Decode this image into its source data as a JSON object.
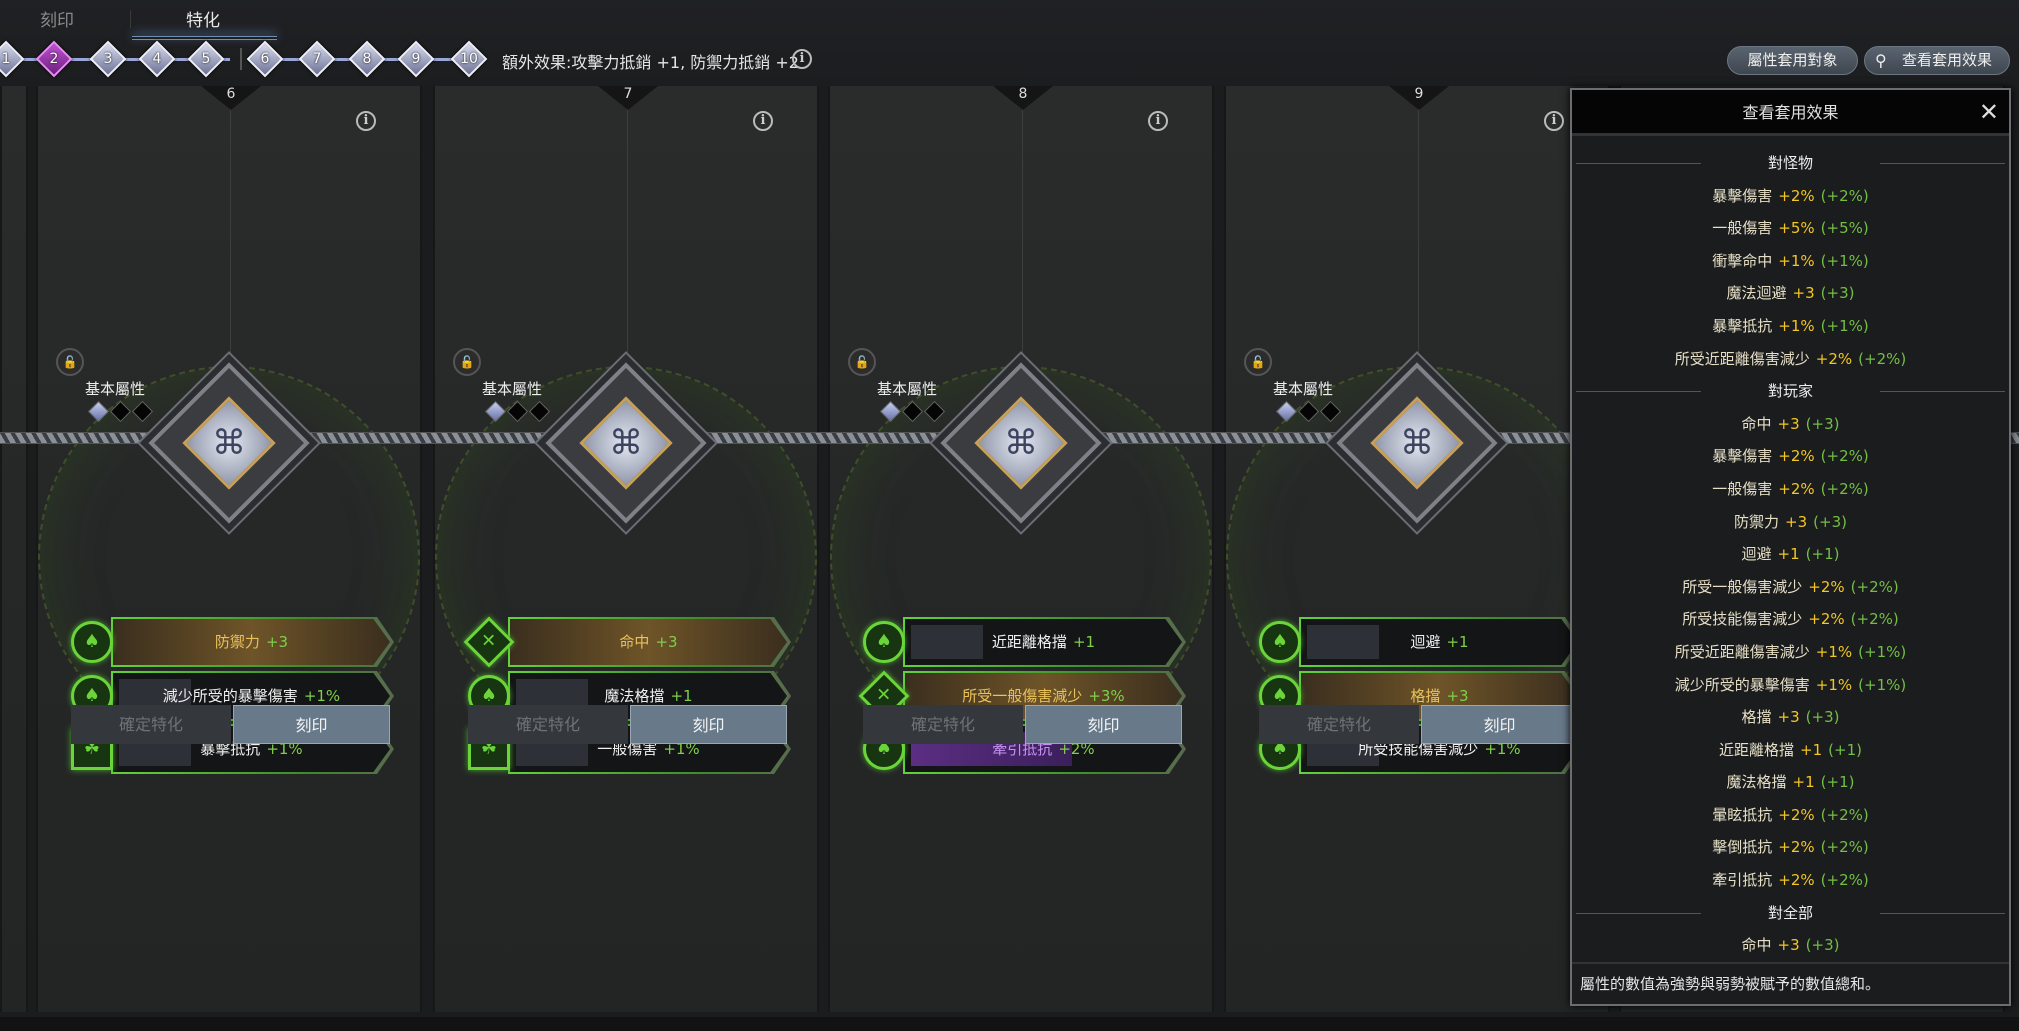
{
  "tabs": [
    {
      "label": "刻印",
      "active": false
    },
    {
      "label": "特化",
      "active": true
    }
  ],
  "nodes": [
    {
      "label": "1"
    },
    {
      "label": "2",
      "selected": true
    },
    {
      "label": "3"
    },
    {
      "label": "4"
    },
    {
      "label": "5"
    },
    {
      "label": "6"
    },
    {
      "label": "7"
    },
    {
      "label": "8"
    },
    {
      "label": "9"
    },
    {
      "label": "10"
    }
  ],
  "extra_effect": "額外效果:攻擊力抵銷 +1, 防禦力抵銷 +2",
  "buttons": {
    "apply_target": "屬性套用對象",
    "view_effect": "查看套用效果"
  },
  "cards": [
    {
      "number": "6",
      "basic_label": "基本屬性",
      "rows": [
        {
          "name": "防禦力",
          "value": "+3",
          "style": "gold",
          "icon": "helmet-circle"
        },
        {
          "name": "減少所受的暴擊傷害",
          "value": "+1%",
          "style": "normal",
          "icon": "helmet-circle"
        },
        {
          "name": "暴擊抵抗",
          "value": "+1%",
          "style": "normal",
          "icon": "beast-square"
        }
      ],
      "confirm": "確定特化",
      "engrave": "刻印"
    },
    {
      "number": "7",
      "basic_label": "基本屬性",
      "rows": [
        {
          "name": "命中",
          "value": "+3",
          "style": "gold",
          "icon": "crossed-diamond"
        },
        {
          "name": "魔法格擋",
          "value": "+1",
          "style": "normal",
          "icon": "helmet-circle"
        },
        {
          "name": "一般傷害",
          "value": "+1%",
          "style": "normal",
          "icon": "beast-square"
        }
      ],
      "confirm": "確定特化",
      "engrave": "刻印"
    },
    {
      "number": "8",
      "basic_label": "基本屬性",
      "rows": [
        {
          "name": "近距離格擋",
          "value": "+1",
          "style": "normal",
          "icon": "helmet-circle"
        },
        {
          "name": "所受一般傷害減少",
          "value": "+3%",
          "style": "gold",
          "icon": "crossed-diamond"
        },
        {
          "name": "牽引抵抗",
          "value": "+2%",
          "style": "purple",
          "icon": "helmet-circle"
        }
      ],
      "confirm": "確定特化",
      "engrave": "刻印"
    },
    {
      "number": "9",
      "basic_label": "基本屬性",
      "rows": [
        {
          "name": "迴避",
          "value": "+1",
          "style": "normal",
          "icon": "helmet-circle"
        },
        {
          "name": "格擋",
          "value": "+3",
          "style": "gold",
          "icon": "helmet-circle"
        },
        {
          "name": "所受技能傷害減少",
          "value": "+1%",
          "style": "normal",
          "icon": "helmet-circle"
        }
      ],
      "confirm": "確定特化",
      "engrave": "刻印"
    }
  ],
  "panel": {
    "title": "查看套用效果",
    "sections": [
      {
        "title": "對怪物",
        "items": [
          {
            "name": "暴擊傷害",
            "value": "+2%",
            "sum": "(+2%)"
          },
          {
            "name": "一般傷害",
            "value": "+5%",
            "sum": "(+5%)"
          },
          {
            "name": "衝擊命中",
            "value": "+1%",
            "sum": "(+1%)"
          },
          {
            "name": "魔法迴避",
            "value": "+3",
            "sum": "(+3)"
          },
          {
            "name": "暴擊抵抗",
            "value": "+1%",
            "sum": "(+1%)"
          },
          {
            "name": "所受近距離傷害減少",
            "value": "+2%",
            "sum": "(+2%)"
          }
        ]
      },
      {
        "title": "對玩家",
        "items": [
          {
            "name": "命中",
            "value": "+3",
            "sum": "(+3)"
          },
          {
            "name": "暴擊傷害",
            "value": "+2%",
            "sum": "(+2%)"
          },
          {
            "name": "一般傷害",
            "value": "+2%",
            "sum": "(+2%)"
          },
          {
            "name": "防禦力",
            "value": "+3",
            "sum": "(+3)"
          },
          {
            "name": "迴避",
            "value": "+1",
            "sum": "(+1)"
          },
          {
            "name": "所受一般傷害減少",
            "value": "+2%",
            "sum": "(+2%)"
          },
          {
            "name": "所受技能傷害減少",
            "value": "+2%",
            "sum": "(+2%)"
          },
          {
            "name": "所受近距離傷害減少",
            "value": "+1%",
            "sum": "(+1%)"
          },
          {
            "name": "減少所受的暴擊傷害",
            "value": "+1%",
            "sum": "(+1%)"
          },
          {
            "name": "格擋",
            "value": "+3",
            "sum": "(+3)"
          },
          {
            "name": "近距離格擋",
            "value": "+1",
            "sum": "(+1)"
          },
          {
            "name": "魔法格擋",
            "value": "+1",
            "sum": "(+1)"
          },
          {
            "name": "暈眩抵抗",
            "value": "+2%",
            "sum": "(+2%)"
          },
          {
            "name": "擊倒抵抗",
            "value": "+2%",
            "sum": "(+2%)"
          },
          {
            "name": "牽引抵抗",
            "value": "+2%",
            "sum": "(+2%)"
          }
        ]
      },
      {
        "title": "對全部",
        "items": [
          {
            "name": "命中",
            "value": "+3",
            "sum": "(+3)"
          }
        ]
      }
    ],
    "footer": "屬性的數值為強勢與弱勢被賦予的數值總和。"
  },
  "colors": {
    "accent_green": "#6ad43a",
    "gold": "#e9c25a",
    "value_yellow": "#f3c620",
    "value_green": "#72bf44",
    "selected_purple": "#c052d4"
  }
}
